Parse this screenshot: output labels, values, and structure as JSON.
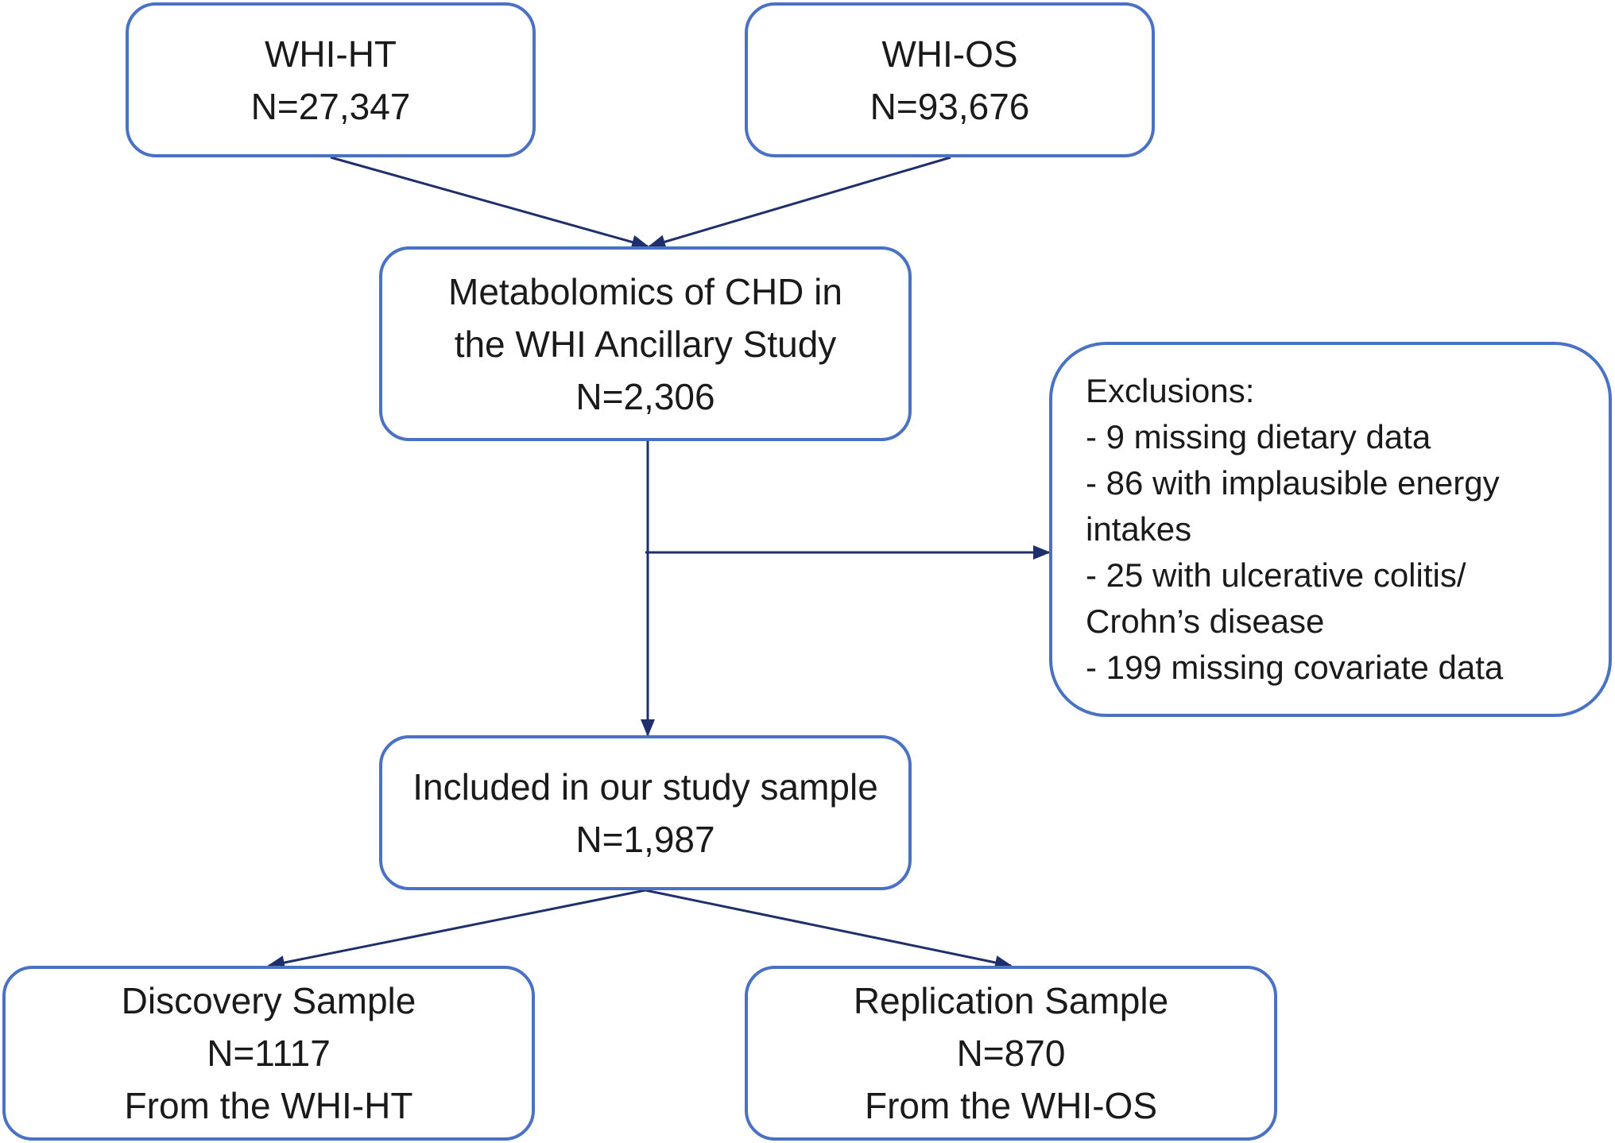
{
  "flowchart": {
    "whi_ht": {
      "lines": [
        "WHI-HT",
        "N=27,347"
      ]
    },
    "whi_os": {
      "lines": [
        "WHI-OS",
        "N=93,676"
      ]
    },
    "metabolomics": {
      "lines": [
        "Metabolomics of CHD in",
        "the WHI Ancillary Study",
        "N=2,306"
      ]
    },
    "exclusions": {
      "lines": [
        "Exclusions:",
        "- 9 missing dietary data",
        "- 86 with implausible energy",
        "intakes",
        "- 25 with ulcerative colitis/",
        "Crohn’s disease",
        "- 199 missing covariate data"
      ]
    },
    "included": {
      "lines": [
        "Included in our study sample",
        "N=1,987"
      ]
    },
    "discovery": {
      "lines": [
        "Discovery Sample",
        "N=1117",
        "From the WHI-HT"
      ]
    },
    "replication": {
      "lines": [
        "Replication Sample",
        "N=870",
        "From the WHI-OS"
      ]
    }
  },
  "colors": {
    "box_border": "#4a72c4",
    "arrow": "#1f2f6b",
    "text": "#1a1a1a"
  }
}
